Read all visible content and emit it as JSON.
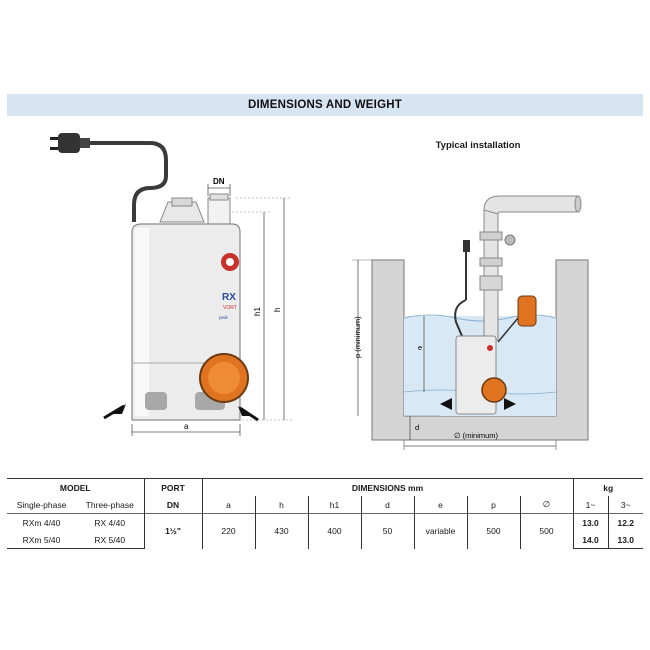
{
  "header": {
    "title": "DIMENSIONS AND WEIGHT"
  },
  "drawing": {
    "install_title": "Typical installation",
    "pump_labels": {
      "dn": "DN",
      "a": "a",
      "h1": "h1",
      "h": "h",
      "brand": "RX",
      "brand_sub": "VORT",
      "maker": "pedr"
    },
    "install_labels": {
      "p": "p  (minimum)",
      "e": "e",
      "d": "d",
      "width": "∅ (minimum)"
    }
  },
  "table": {
    "headers": {
      "model": "MODEL",
      "single_phase": "Single-phase",
      "three_phase": "Three-phase",
      "port": "PORT",
      "dn": "DN",
      "dimensions": "DIMENSIONS mm",
      "cols": [
        "a",
        "h",
        "h1",
        "d",
        "e",
        "p",
        "∅"
      ],
      "kg": "kg",
      "kg1": "1~",
      "kg3": "3~"
    },
    "rows": [
      {
        "single": "RXm 4/40",
        "three": "RX 4/40",
        "kg1": "13.0",
        "kg3": "12.2"
      },
      {
        "single": "RXm 5/40",
        "three": "RX 5/40",
        "kg1": "14.0",
        "kg3": "13.0"
      }
    ],
    "shared": {
      "dn": "1½\"",
      "a": "220",
      "h": "430",
      "h1": "400",
      "d": "50",
      "e": "variable",
      "p": "500",
      "dia": "500"
    }
  }
}
